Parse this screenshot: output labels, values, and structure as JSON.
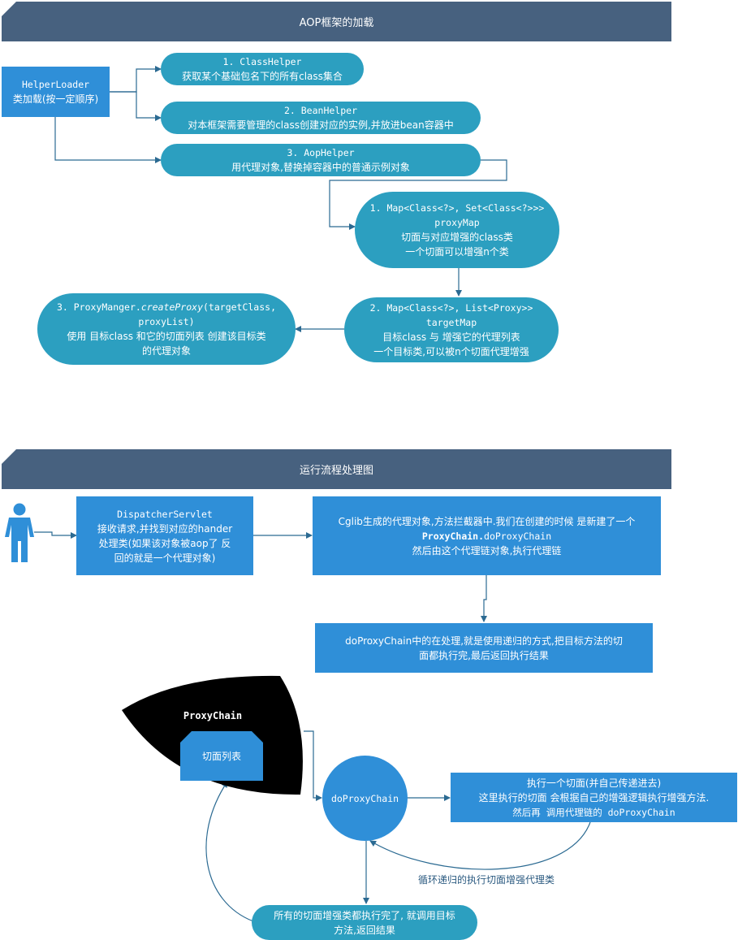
{
  "section1": {
    "title": "AOP框架的加载",
    "loader": {
      "line1": "HelperLoader",
      "line2": "类加载(按一定顺序)"
    },
    "classHelper": {
      "line1": "1.  ClassHelper",
      "line2": "获取某个基础包名下的所有class集合"
    },
    "beanHelper": {
      "line1": "2.  BeanHelper",
      "line2": "对本框架需要管理的class创建对应的实例,并放进bean容器中"
    },
    "aopHelper": {
      "line1": "3.  AopHelper",
      "line2": "用代理对象,替换掉容器中的普通示例对象"
    },
    "proxyMap": {
      "line1": "1.  Map<Class<?>, Set<Class<?>>>",
      "line2": "proxyMap",
      "line3": "切面与对应增强的class类",
      "line4": "一个切面可以增强n个类"
    },
    "targetMap": {
      "line1": "2.  Map<Class<?>, List<Proxy>>",
      "line2": "targetMap",
      "line3": "目标class 与 增强它的代理列表",
      "line4": "一个目标类,可以被n个切面代理增强"
    },
    "createProxy": {
      "prefix": "3.  ProxyManger.",
      "method": "createProxy",
      "args": "(targetClass,",
      "line2": "proxyList)",
      "line3": "使用 目标class 和它的切面列表 创建该目标类",
      "line4": "的代理对象"
    }
  },
  "section2": {
    "title": "运行流程处理图",
    "dispatcher": {
      "line1": "DispatcherServlet",
      "line2": "接收请求,并找到对应的hander",
      "line3": "处理类(如果该对象被aop了 反",
      "line4": "回的就是一个代理对象)"
    },
    "cglib": {
      "line1": "Cglib生成的代理对象,方法拦截器中.我们在创建的时候 是新建了一个",
      "bold": "ProxyChain.",
      "mono": "doProxyChain",
      "line3": "然后由这个代理链对象,执行代理链"
    },
    "doProxyDesc": {
      "line1": "doProxyChain中的在处理,就是使用递归的方式,把目标方法的切",
      "line2": "面都执行完,最后返回执行结果"
    },
    "proxyChain": {
      "title": "ProxyChain",
      "aspectList": "切面列表"
    },
    "circle": {
      "label": "doProxyChain"
    },
    "execute": {
      "line1": "执行一个切面(并自己传递进去)",
      "line2": "这里执行的切面 会根据自己的增强逻辑执行增强方法.",
      "line3": "然后再 调用代理链的 doProxyChain"
    },
    "loopLabel": "循环递归的执行切面增强代理类",
    "finish": {
      "line1": "所有的切面增强类都执行完了, 就调用目标",
      "line2": "方法,返回结果"
    }
  },
  "colors": {
    "banner": "#47617f",
    "box": "#2f8fd8",
    "pill": "#2c9fc0",
    "line": "#2b6a92",
    "black": "#000000"
  },
  "icons": {
    "person": "person-icon"
  }
}
